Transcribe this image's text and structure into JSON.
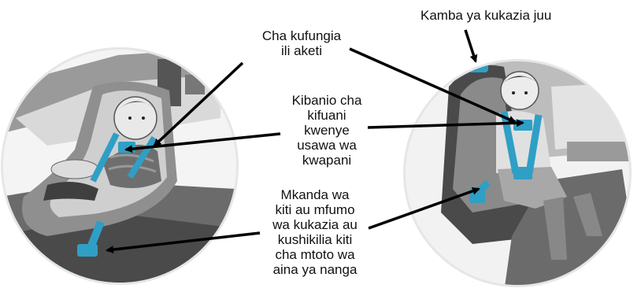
{
  "labels": {
    "top_tether": "Kamba ya kukazia juu",
    "harness_buckle": [
      "Cha kufungia",
      "ili aketi"
    ],
    "chest_clip": [
      "Kibanio cha",
      "kifuani",
      "kwenye",
      "usawa wa",
      "kwapani"
    ],
    "anchor_system": [
      "Mkanda wa",
      "kiti au mfumo",
      "wa kukazia au",
      "kushikilia kiti",
      "cha mtoto wa",
      "aina ya nanga"
    ]
  },
  "colors": {
    "strap_blue": "#2f9fc6",
    "circle_border": "#e6e6e6",
    "gray_dark": "#4a4a4a",
    "gray_mid": "#8c8c8c",
    "gray_light": "#cfcfcf",
    "arrow": "#000000"
  },
  "illustrations": {
    "left": "rear-facing-infant-car-seat",
    "right": "forward-facing-child-car-seat"
  }
}
